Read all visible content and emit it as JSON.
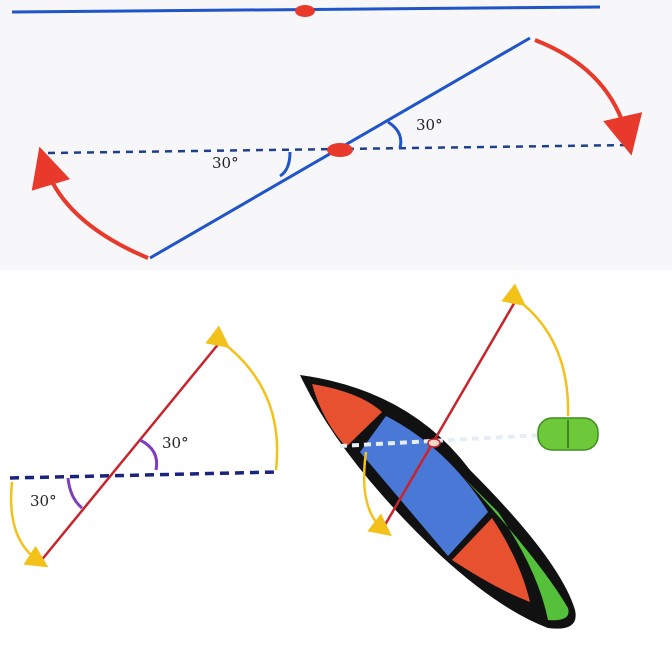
{
  "panels": {
    "top": {
      "angle_label_right": "30°",
      "angle_label_left": "30°",
      "colors": {
        "line": "#1f55c8",
        "dashed": "#1f3f8c",
        "pivot": "#e8392b",
        "arrow": "#e8392b"
      }
    },
    "bottom_left": {
      "angle_label_upper": "30°",
      "angle_label_lower": "30°",
      "colors": {
        "line": "#c8242b",
        "dashed": "#1a237e",
        "arrow": "#f2c21b",
        "angle_arc": "#7e3fbf"
      }
    },
    "bottom_right": {
      "colors": {
        "red_segment": "#e8512f",
        "blue_segment": "#4a78d6",
        "green_segment": "#55c13b",
        "outline": "#111111",
        "line": "#c8242b",
        "arrow": "#f2c21b",
        "counterweight": "#6dc93a"
      }
    }
  },
  "icons": [
    "rotation-arrow-icon",
    "pivot-dot-icon",
    "counterweight-icon"
  ]
}
